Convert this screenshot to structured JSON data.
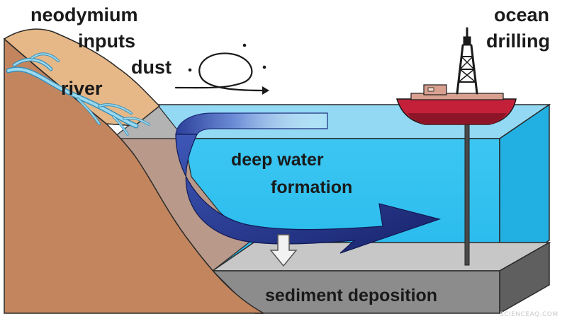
{
  "labels": {
    "neodymium_line1": "neodymium",
    "neodymium_line2": "inputs",
    "dust": "dust",
    "river": "river",
    "ocean_line1": "ocean",
    "ocean_line2": "drilling",
    "deep_water_line1": "deep water",
    "deep_water_line2": "formation",
    "sediment": "sediment deposition"
  },
  "watermark": "SCIENCEAQ.COM",
  "colors": {
    "land": "#c2855e",
    "land_top": "#e6b887",
    "river_water": "#8fd3ec",
    "ocean": "#2cc0ef",
    "ocean_light": "#90d8f5",
    "ocean_side": "#1aa9dc",
    "shelf": "#b59785",
    "sediment_top": "#c5c5c5",
    "sediment_front": "#8a8a8a",
    "sediment_side": "#5e5e5e",
    "arrow_dark": "#1d2d7c",
    "arrow_light": "#5a7fd0",
    "ship_hull": "#c4203a",
    "rig": "#1a1a1a"
  }
}
